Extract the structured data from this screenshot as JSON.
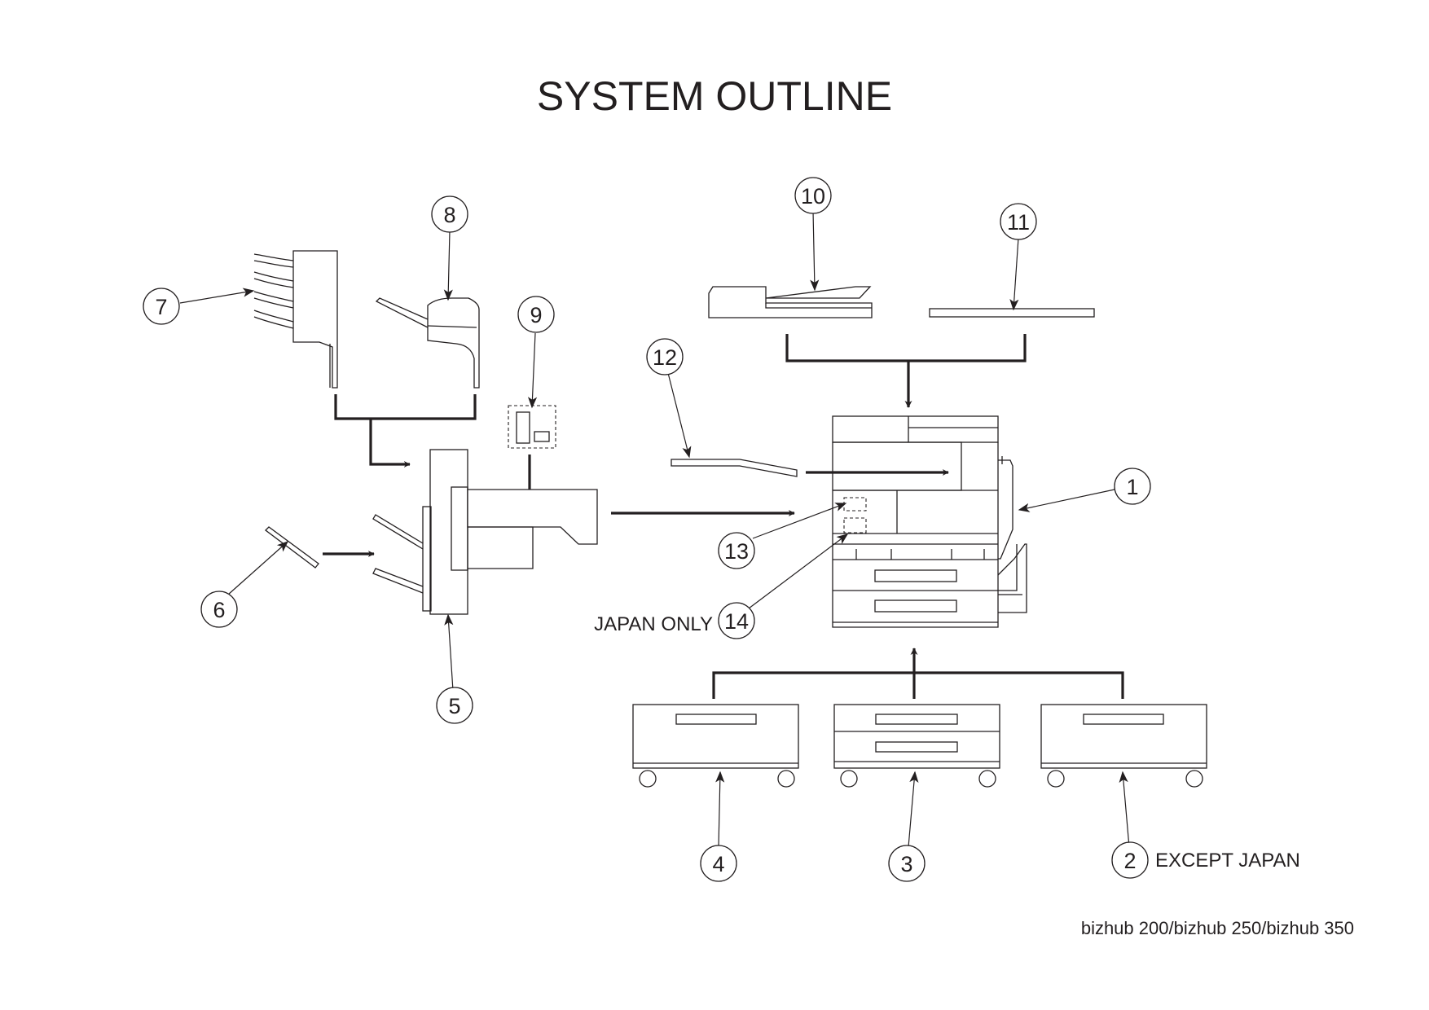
{
  "title": "SYSTEM OUTLINE",
  "colors": {
    "line": "#231f20",
    "background": "#ffffff"
  },
  "callouts": {
    "c1": "1",
    "c2": "2",
    "c3": "3",
    "c4": "4",
    "c5": "5",
    "c6": "6",
    "c7": "7",
    "c8": "8",
    "c9": "9",
    "c10": "10",
    "c11": "11",
    "c12": "12",
    "c13": "13",
    "c14": "14"
  },
  "notes": {
    "japan_only": "JAPAN ONLY",
    "except_japan": "EXCEPT JAPAN"
  },
  "footer": "bizhub 200/bizhub 250/bizhub 350"
}
